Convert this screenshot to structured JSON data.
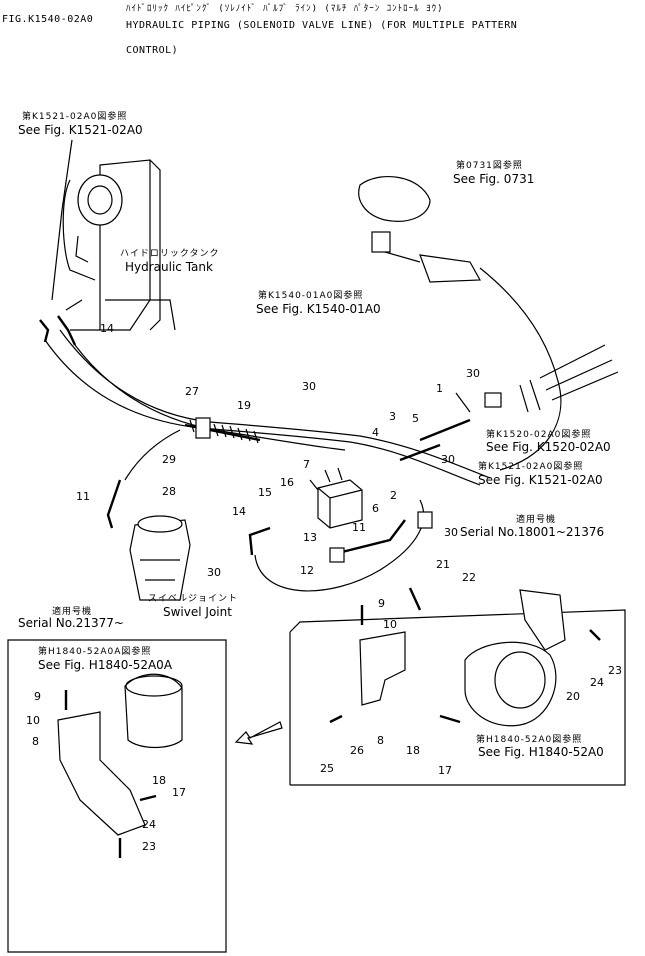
{
  "header": {
    "fig_id": "FIG.K1540-02A0",
    "kana_line": "ﾊｲﾄﾞﾛﾘｯｸ ﾊｲﾋﾟﾝｸﾞ (ｿﾚﾉｲﾄﾞ ﾊﾞﾙﾌﾞ ﾗｲﾝ) (ﾏﾙﾁ ﾊﾟﾀｰﾝ ｺﾝﾄﾛｰﾙ ﾖｳ)",
    "title_line1": "HYDRAULIC PIPING (SOLENOID VALVE LINE) (FOR MULTIPLE PATTERN",
    "title_line2": "CONTROL)"
  },
  "references": {
    "k1521_top_jp": "第K1521-02A0図参照",
    "k1521_top_en": "See Fig. K1521-02A0",
    "f0731_jp": "第0731図参照",
    "f0731_en": "See Fig. 0731",
    "k1540_jp": "第K1540-01A0図参照",
    "k1540_en": "See Fig. K1540-01A0",
    "k1520_jp": "第K1520-02A0図参照",
    "k1520_en": "See Fig. K1520-02A0",
    "k1521_mid_jp": "第K1521-02A0図参照",
    "k1521_mid_en": "See Fig. K1521-02A0",
    "h1840_right_jp": "第H1840-52A0図参照",
    "h1840_right_en": "See Fig. H1840-52A0",
    "h1840a_jp": "第H1840-52A0A図参照",
    "h1840a_en": "See Fig. H1840-52A0A"
  },
  "components": {
    "hydraulic_tank_jp": "ハイドロリックタンク",
    "hydraulic_tank_en": "Hydraulic Tank",
    "swivel_joint_jp": "スイベルジョイント",
    "swivel_joint_en": "Swivel Joint"
  },
  "serials": {
    "right_jp": "適用号機",
    "right_en": "Serial No.18001~21376",
    "left_jp": "適用号機",
    "left_en": "Serial No.21377~"
  },
  "callouts": {
    "n1": "1",
    "n2": "2",
    "n3": "3",
    "n4": "4",
    "n5": "5",
    "n6": "6",
    "n7": "7",
    "n9a": "9",
    "n10a": "10",
    "n11": "11",
    "n12": "12",
    "n13": "13",
    "n14a": "14",
    "n14b": "14",
    "n15": "15",
    "n16": "16",
    "n17a": "17",
    "n18a": "18",
    "n19": "19",
    "n20": "20",
    "n21": "21",
    "n22": "22",
    "n23a": "23",
    "n24a": "24",
    "n25": "25",
    "n26": "26",
    "n27": "27",
    "n28": "28",
    "n29": "29",
    "n30a": "30",
    "n30b": "30",
    "n30c": "30",
    "n30d": "30",
    "n30e": "30",
    "n8a": "8",
    "n9b": "9",
    "n10b": "10",
    "n8b": "8",
    "n18b": "18",
    "n17b": "17",
    "n24b": "24",
    "n23b": "23"
  }
}
